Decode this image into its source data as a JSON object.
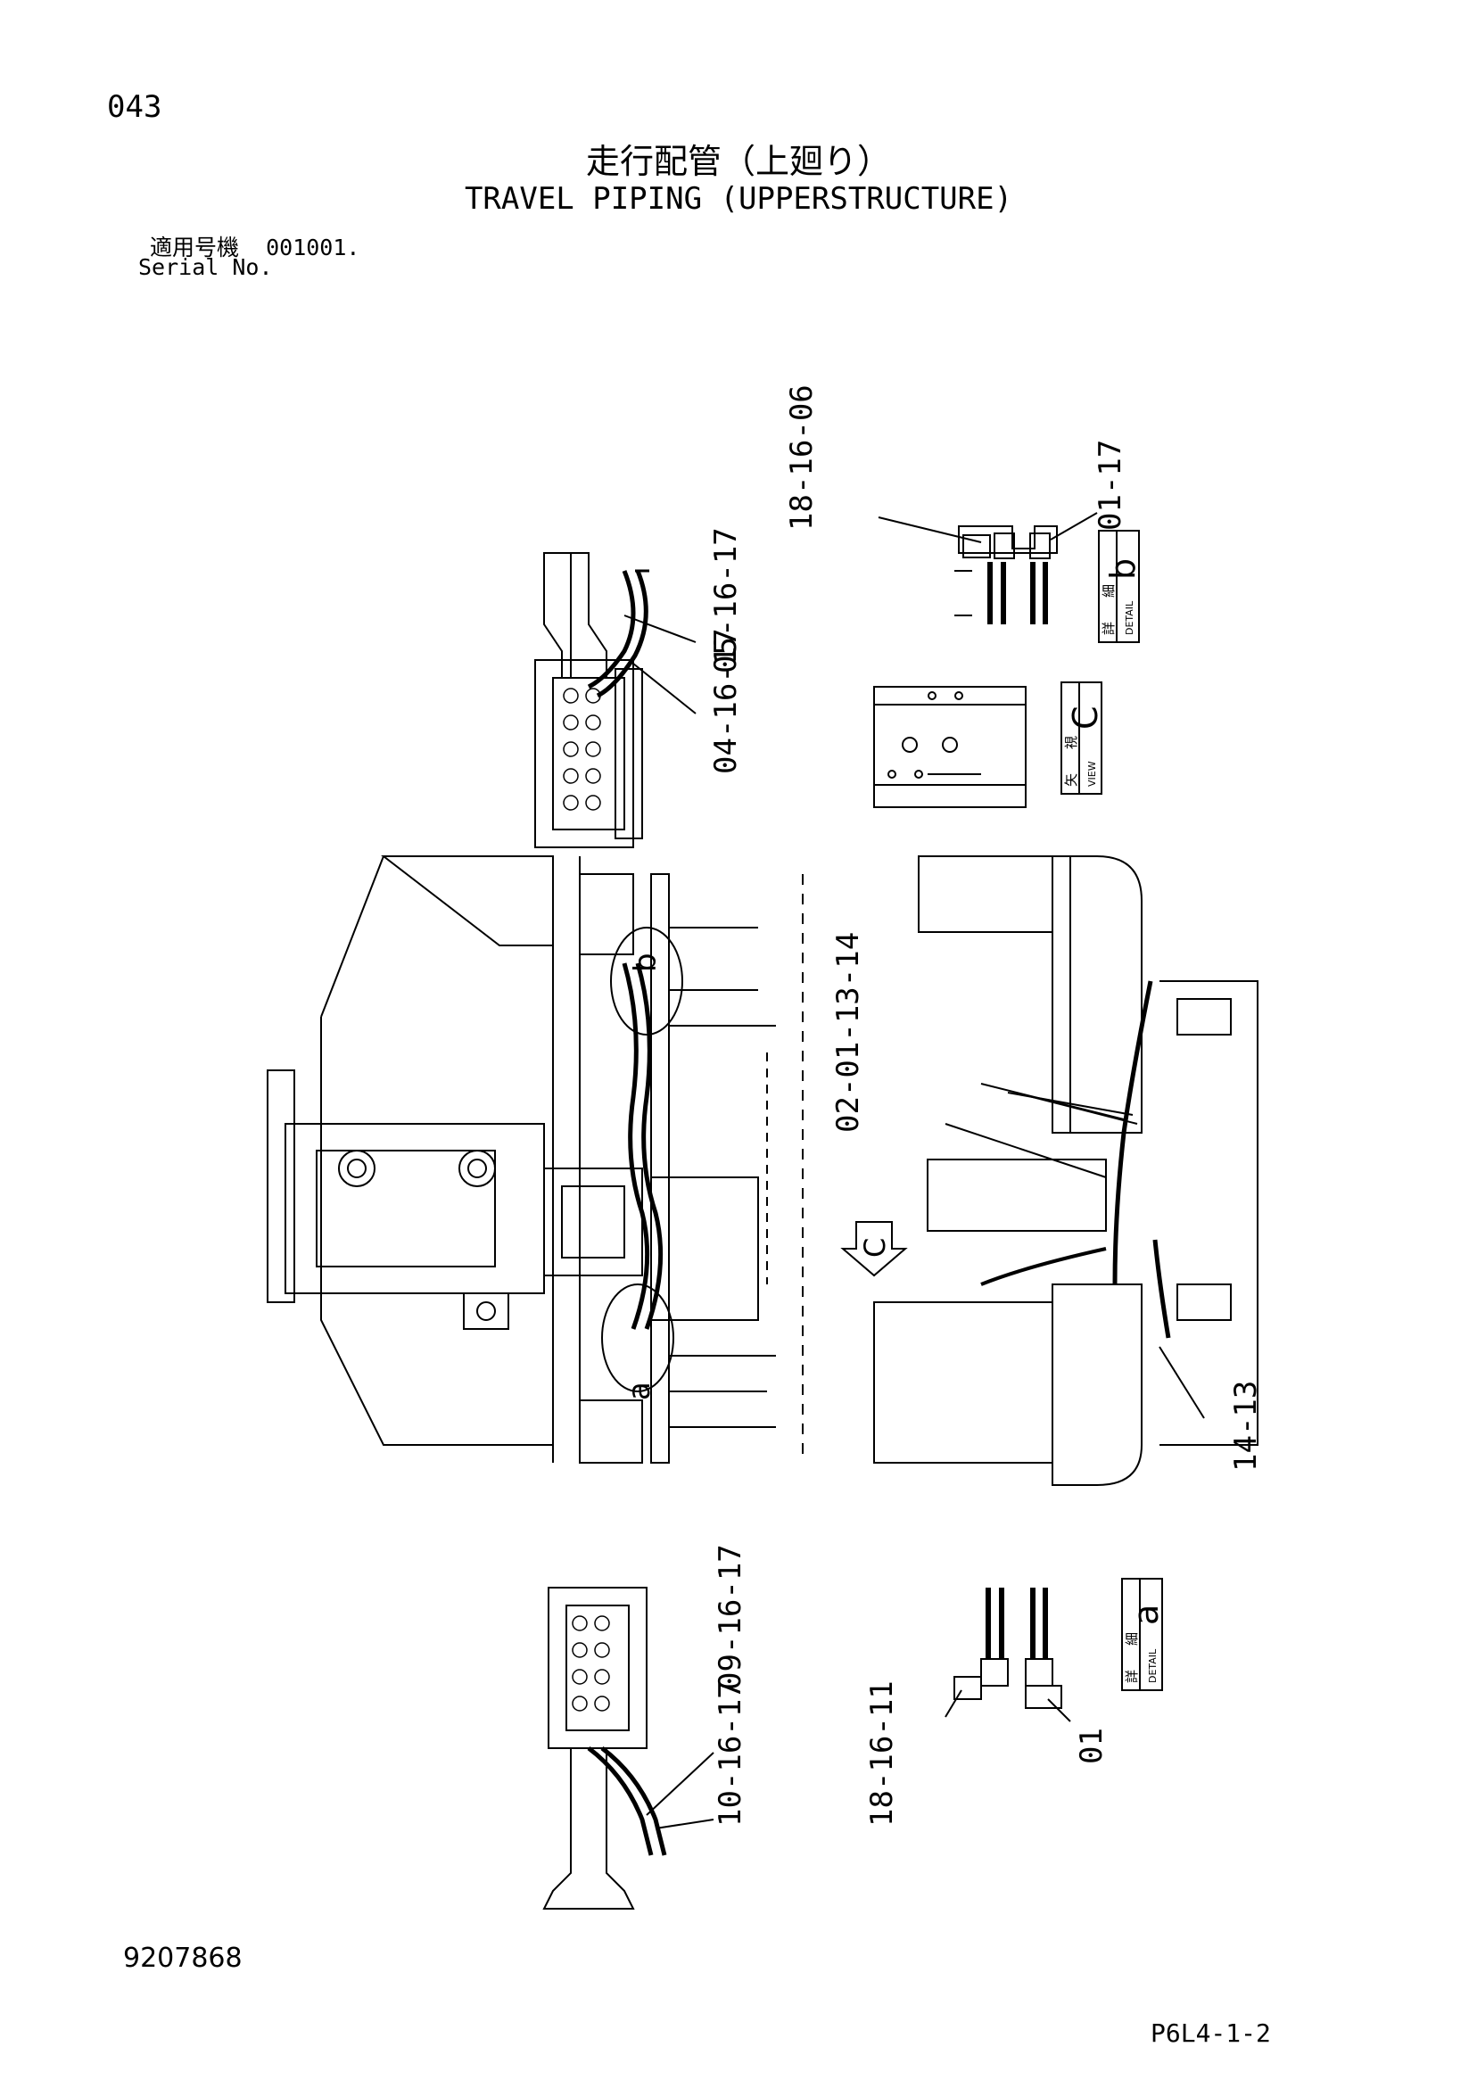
{
  "header": {
    "page_number": "043",
    "title_jp": "走行配管（上廻り）",
    "title_en": "TRAVEL PIPING (UPPERSTRUCTURE)",
    "serial_jp": "適用号機  001001.",
    "serial_en": "Serial No."
  },
  "callouts": {
    "detail_b_top": "18-16-06",
    "detail_b_right": "01-17",
    "valve_upper_1": "05-16-17",
    "valve_upper_2": "04-16-17",
    "side_view_group": "02-01-13-14",
    "side_view_bottom": "14-13",
    "valve_lower_1": "09-16-17",
    "valve_lower_2": "10-16-17",
    "detail_a_left": "18-16-11",
    "detail_a_right": "01"
  },
  "detail_boxes": {
    "detail_b": {
      "jp_top": "詳",
      "jp_bottom": "細",
      "en": "DETAIL",
      "letter": "b"
    },
    "view_c": {
      "jp_top": "矢",
      "jp_bottom": "視",
      "en": "VIEW",
      "letter": "C"
    },
    "detail_a": {
      "jp_top": "詳",
      "jp_bottom": "細",
      "en": "DETAIL",
      "letter": "a"
    }
  },
  "markers": {
    "circle_b": "b",
    "circle_a": "a",
    "arrow_c": "C"
  },
  "footer": {
    "doc_number": "9207868",
    "page_code": "P6L4-1-2"
  }
}
